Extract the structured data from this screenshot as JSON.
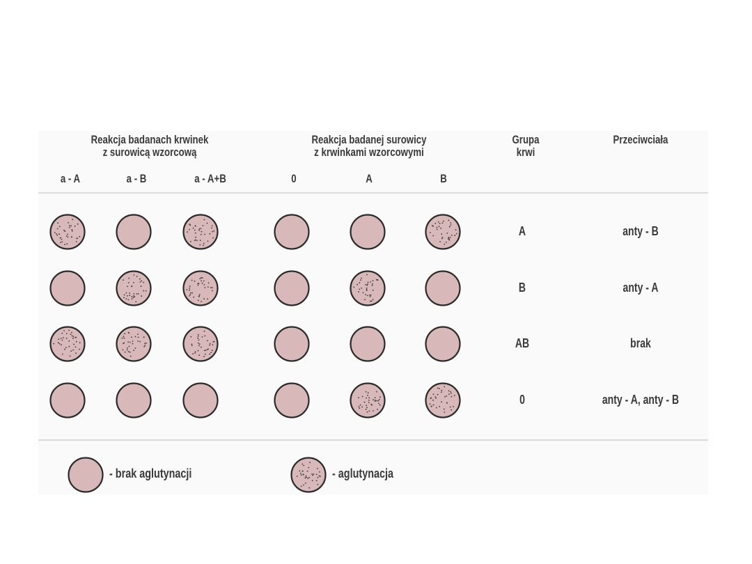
{
  "headers": {
    "cells_title": "Reakcja badanach krwinek\nz surowicą wzorcową",
    "serum_title": "Reakcja badanej surowicy\nz krwinkami wzorcowymi",
    "group_title": "Grupa\nkrwi",
    "antibody_title": "Przeciwciała"
  },
  "cell_columns": [
    "a - A",
    "a - B",
    "a - A+B"
  ],
  "serum_columns": [
    "0",
    "A",
    "B"
  ],
  "rows": [
    {
      "group": "A",
      "antibodies": "anty - B",
      "cells": [
        true,
        false,
        true
      ],
      "serum": [
        false,
        false,
        true
      ]
    },
    {
      "group": "B",
      "antibodies": "anty - A",
      "cells": [
        false,
        true,
        true
      ],
      "serum": [
        false,
        true,
        false
      ]
    },
    {
      "group": "AB",
      "antibodies": "brak",
      "cells": [
        true,
        true,
        true
      ],
      "serum": [
        false,
        false,
        false
      ]
    },
    {
      "group": "0",
      "antibodies": "anty - A, anty - B",
      "cells": [
        false,
        false,
        false
      ],
      "serum": [
        false,
        true,
        true
      ]
    }
  ],
  "legend": {
    "no_agglutination": "- brak aglutynacji",
    "agglutination": "- aglutynacja"
  },
  "colors": {
    "circle_fill": "#d8b8b8",
    "circle_stroke": "#2a2a2a",
    "dots": "#3a3a3a",
    "text": "#3a3a3a"
  }
}
